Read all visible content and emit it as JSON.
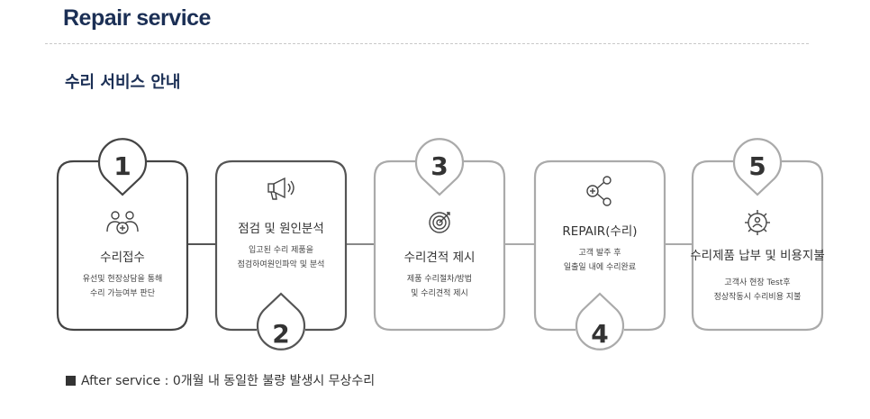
{
  "header": {
    "title": "Repair service",
    "section_title": "수리 서비스 안내"
  },
  "steps": [
    {
      "number": "1",
      "icon": "users-add-icon",
      "title": "수리접수",
      "desc_line1": "유선및 현장상담을 통해",
      "desc_line2": "수리 가능여부 판단"
    },
    {
      "number": "2",
      "icon": "megaphone-icon",
      "title": "점검 및 원인분석",
      "desc_line1": "입고된 수리 제품을",
      "desc_line2": "점검하여원인파악 및 분석"
    },
    {
      "number": "3",
      "icon": "target-icon",
      "title": "수리견적 제시",
      "desc_line1": "제품 수리절차/방법",
      "desc_line2": "및 수리견적 제시"
    },
    {
      "number": "4",
      "icon": "share-nodes-icon",
      "title": "REPAIR(수리)",
      "desc_line1": "고객 발주 후",
      "desc_line2": "일출일 내에 수리완료"
    },
    {
      "number": "5",
      "icon": "gear-person-icon",
      "title": "수리제품 납부 및 비용지불",
      "desc_line1": "고객사 현장 Test후",
      "desc_line2": "정상작동시 수리비용 지불"
    }
  ],
  "footer": {
    "note": "After service : 0개월 내 동일한 불량 발생시 무상수리"
  },
  "colors": {
    "accent": "#1b2f55",
    "box_dark": "#444444",
    "box_light": "#aaaaaa"
  }
}
